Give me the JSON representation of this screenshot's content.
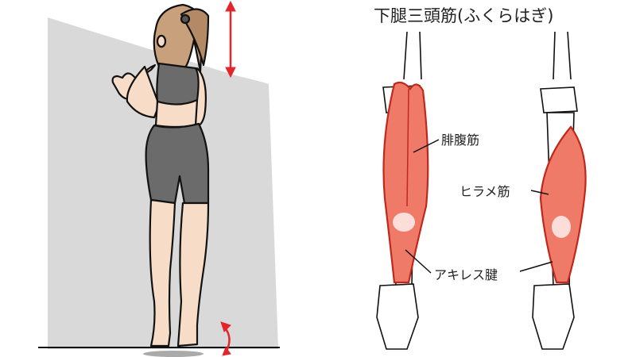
{
  "illustration": {
    "exercise_panel": {
      "description": "Woman doing calf raises against a wall",
      "wall_color": "#d9d9d9",
      "arrow_color": "#e3262b",
      "icons": [
        "vertical-double-arrow-icon",
        "curved-rotation-arrow-icon"
      ]
    },
    "anatomy_panel": {
      "title": "下腿三頭筋(ふくらはぎ)",
      "labels": {
        "gastrocnemius": "腓腹筋",
        "soleus": "ヒラメ筋",
        "achilles": "アキレス腱"
      },
      "muscle_color": "#f07a68",
      "muscle_outline": "#c0281c"
    }
  }
}
